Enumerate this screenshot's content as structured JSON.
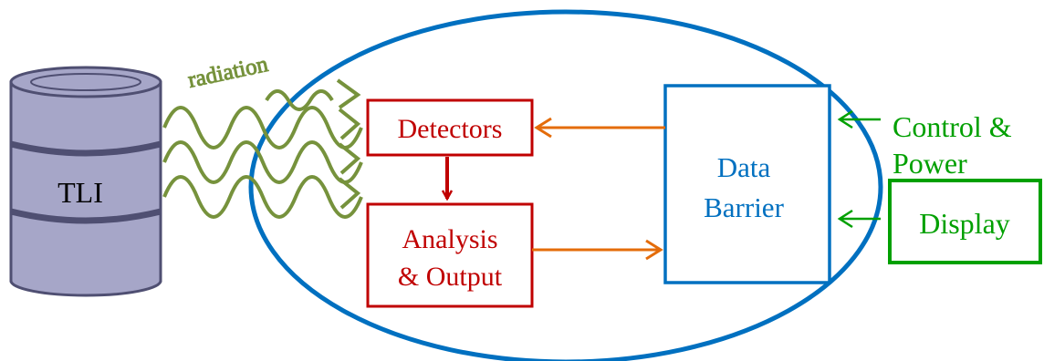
{
  "colors": {
    "barrel_fill": "#a6a6c8",
    "barrel_stroke": "#4f4f72",
    "radiation": "#76923c",
    "red": "#c00000",
    "blue": "#0070c0",
    "green": "#00a000",
    "orange": "#e46c0a"
  },
  "barrel": {
    "label": "TLI"
  },
  "radiation": {
    "label": "radiation"
  },
  "detectors": {
    "label": "Detectors"
  },
  "analysis": {
    "line1": "Analysis",
    "line2": "& Output"
  },
  "data_barrier": {
    "line1": "Data",
    "line2": "Barrier"
  },
  "control": {
    "line1": "Control &",
    "line2": "Power"
  },
  "display": {
    "label": "Display"
  }
}
